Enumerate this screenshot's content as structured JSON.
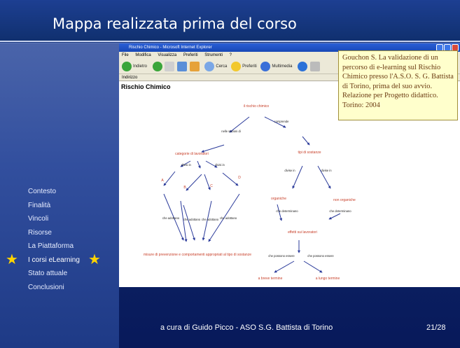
{
  "slide": {
    "title": "Mappa realizzata prima del corso",
    "footer": "a cura di Guido Picco - ASO S.G. Battista di Torino",
    "page_number": "21/28",
    "nav": [
      {
        "label": "Contesto",
        "active": false
      },
      {
        "label": "Finalità",
        "active": false
      },
      {
        "label": "Vincoli",
        "active": false
      },
      {
        "label": "Risorse",
        "active": false
      },
      {
        "label": "La Piattaforma",
        "active": false
      },
      {
        "label": "I corsi eLearning",
        "active": true
      },
      {
        "label": "Stato attuale",
        "active": false
      },
      {
        "label": "Conclusioni",
        "active": false
      }
    ],
    "citation": "Gouchon S. La validazione di un percorso di e-learning sul Rischio Chimico presso l'A.S.O. S. G. Battista di Torino, prima del suo avvio. Relazione per Progetto didattico. Torino: 2004"
  },
  "browser": {
    "title": "Rischio Chimico - Microsoft Internet Explorer",
    "menu": [
      "File",
      "Modifica",
      "Visualizza",
      "Preferiti",
      "Strumenti",
      "?"
    ],
    "toolbar": [
      "Indietro",
      "Cerca",
      "Preferiti",
      "Multimedia"
    ],
    "address_label": "Indirizzo",
    "page_heading": "Rischio Chimico"
  },
  "concept_map": {
    "nodes": {
      "root": "il rischio chimico",
      "categorie": "categorie di lavoratori",
      "tipi": "tipi di sostanze",
      "A": "A",
      "B": "B",
      "C": "C",
      "D": "D",
      "organiche": "organiche",
      "non_organiche": "non organiche",
      "misure": "misure di prevenzione e comportamenti appropriati al tipo di sostanze",
      "effetti": "effetti sui lavoratori",
      "breve": "a breve termine",
      "lungo": "a lungo termine"
    },
    "links": {
      "nelle_sezioni": "nelle sezioni di",
      "comprende": "comprende",
      "divisi_in": "divisi in",
      "divise_in": "divise in",
      "che_adottano": "che adottano",
      "che_determinano": "che determinano",
      "che_possono_essere": "che possono essere"
    }
  },
  "colors": {
    "accent": "#ffd400",
    "map_node": "#c8402a",
    "map_arrow": "#2a3a9a",
    "slide_bg": "#0c2466"
  }
}
